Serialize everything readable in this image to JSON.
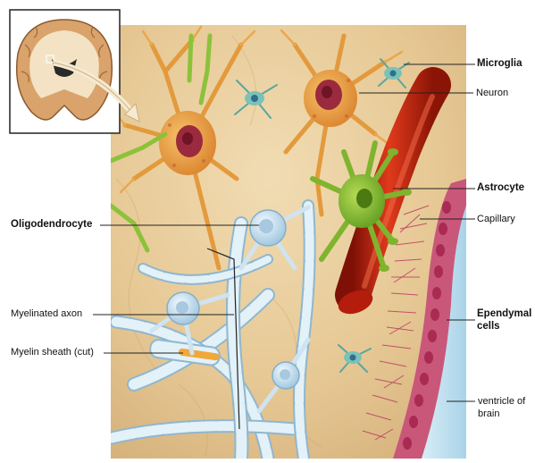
{
  "labels": {
    "microglia": "Microglia",
    "neuron": "Neuron",
    "astrocyte": "Astrocyte",
    "capillary": "Capillary",
    "oligodendrocyte": "Oligodendrocyte",
    "myelinated_axon": "Myelinated axon",
    "myelin_sheath": "Myelin sheath (cut)",
    "ependymal_line1": "Ependymal",
    "ependymal_line2": "cells",
    "ventricle_line1": "ventricle of",
    "ventricle_line2": "brain"
  },
  "colors": {
    "tissue_background": "#e9cfa0",
    "neuron": "#e79a3a",
    "astrocyte": "#86bf32",
    "capillary": "#c8260e",
    "myelin": "#cfe5f0",
    "ependymal": "#b8345e",
    "ventricle": "#bfe0ef"
  },
  "icons": [
    "brain-coronal-section-inset",
    "pointer-arrow"
  ]
}
